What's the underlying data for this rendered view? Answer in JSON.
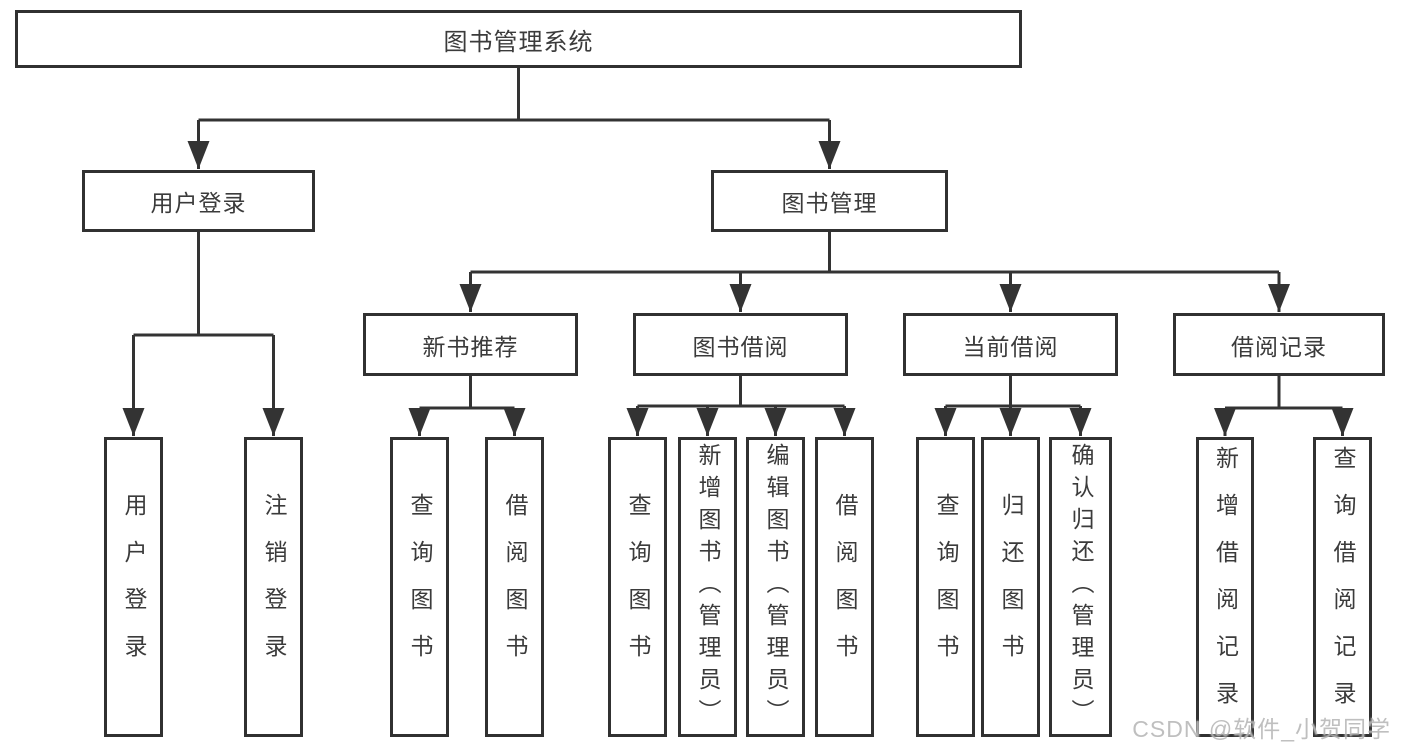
{
  "tree": {
    "label": "图书管理系统",
    "children": [
      {
        "label": "用户登录",
        "children": [
          {
            "label": "用户登录"
          },
          {
            "label": "注销登录"
          }
        ]
      },
      {
        "label": "图书管理",
        "children": [
          {
            "label": "新书推荐",
            "children": [
              {
                "label": "查询图书"
              },
              {
                "label": "借阅图书"
              }
            ]
          },
          {
            "label": "图书借阅",
            "children": [
              {
                "label": "查询图书"
              },
              {
                "label": "新增图书（管理员）"
              },
              {
                "label": "编辑图书（管理员）"
              },
              {
                "label": "借阅图书"
              }
            ]
          },
          {
            "label": "当前借阅",
            "children": [
              {
                "label": "查询图书"
              },
              {
                "label": "归还图书"
              },
              {
                "label": "确认归还（管理员）"
              }
            ]
          },
          {
            "label": "借阅记录",
            "children": [
              {
                "label": "新增借阅记录"
              },
              {
                "label": "查询借阅记录"
              }
            ]
          }
        ]
      }
    ]
  },
  "watermark": "CSDN @软件_小贺同学",
  "colors": {
    "line": "#333333",
    "border": "#313131",
    "text": "#3b3b3b",
    "watermark_text": "#aaaaaa",
    "background": "#ffffff"
  }
}
